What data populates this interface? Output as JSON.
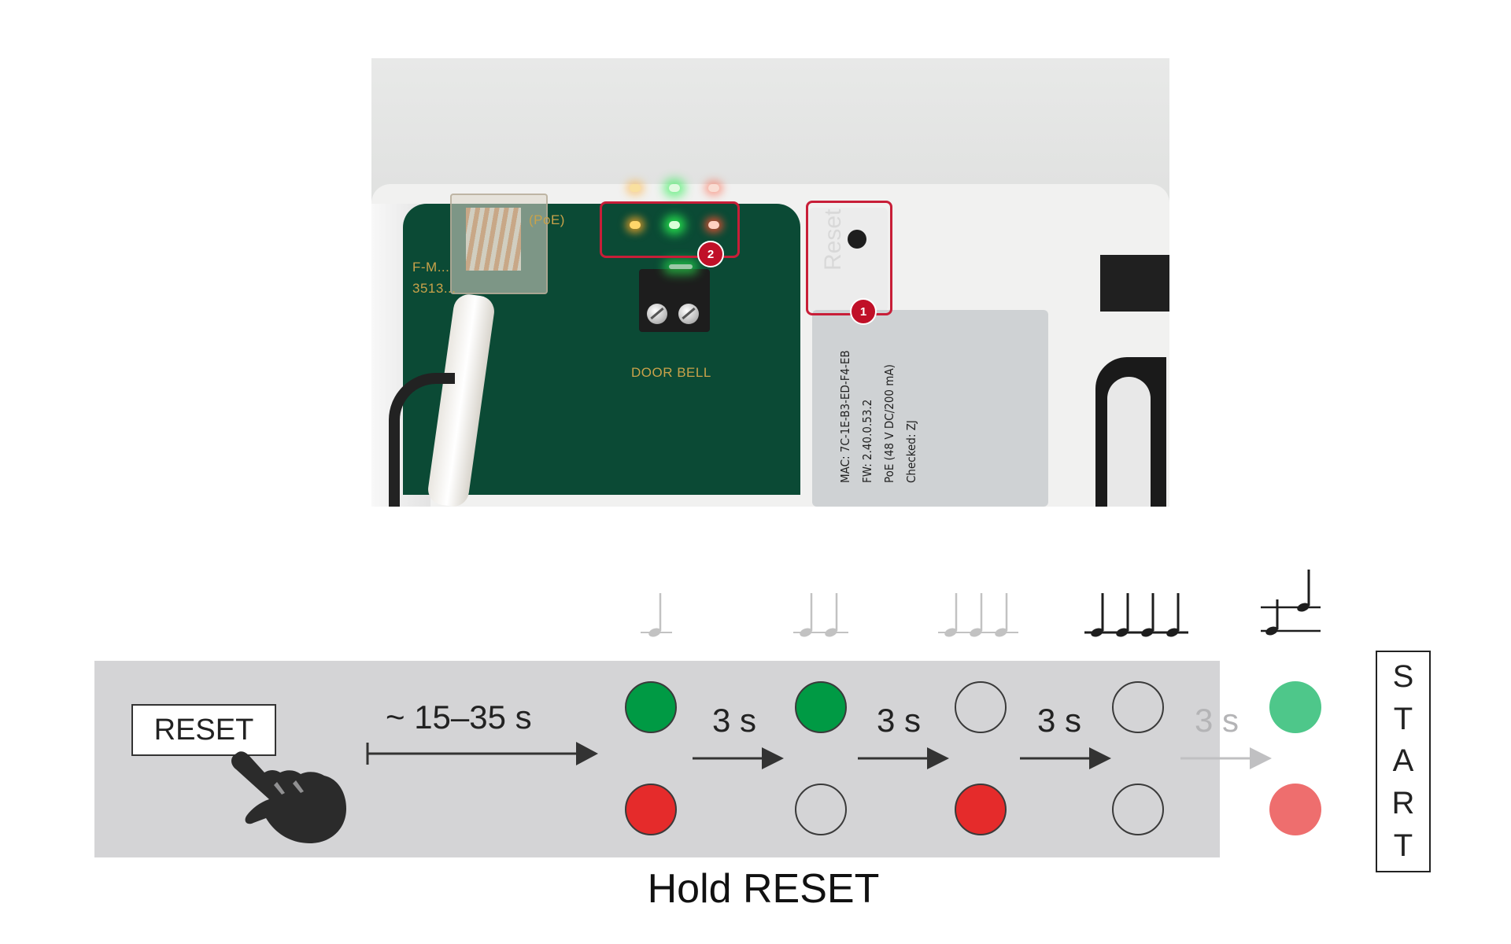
{
  "photo": {
    "pcb_port_text": "(PoE)",
    "pcb_code_text_1": "F-M...",
    "pcb_code_text_2": "3513...",
    "door_bell_text": "DOOR BELL",
    "reset_emboss_text": "Reset",
    "sticker_lines": [
      "MAC: 7C-1E-B3-ED-F4-EB",
      "FW: 2.40.0.53.2",
      "PoE (48 V DC/200 mA)",
      "Checked: ZJ"
    ],
    "badge_reset": "1",
    "badge_leds": "2"
  },
  "diagram": {
    "reset_button_label": "RESET",
    "hold_time_label": "~ 15–35 s",
    "step_labels": [
      "3 s",
      "3 s",
      "3 s",
      "3 s"
    ],
    "start_label": "START",
    "start_letters": [
      "S",
      "T",
      "A",
      "R",
      "T"
    ],
    "hold_caption": "Hold RESET",
    "colors": {
      "green_led": "#009a44",
      "red_led": "#e52b2b",
      "faded_green": "#4ec78a",
      "faded_red": "#ee6e6e",
      "highlight": "#c81e38"
    },
    "icons": {
      "pointer": "hand-pointer-icon",
      "beep": "music-note-icon"
    }
  }
}
